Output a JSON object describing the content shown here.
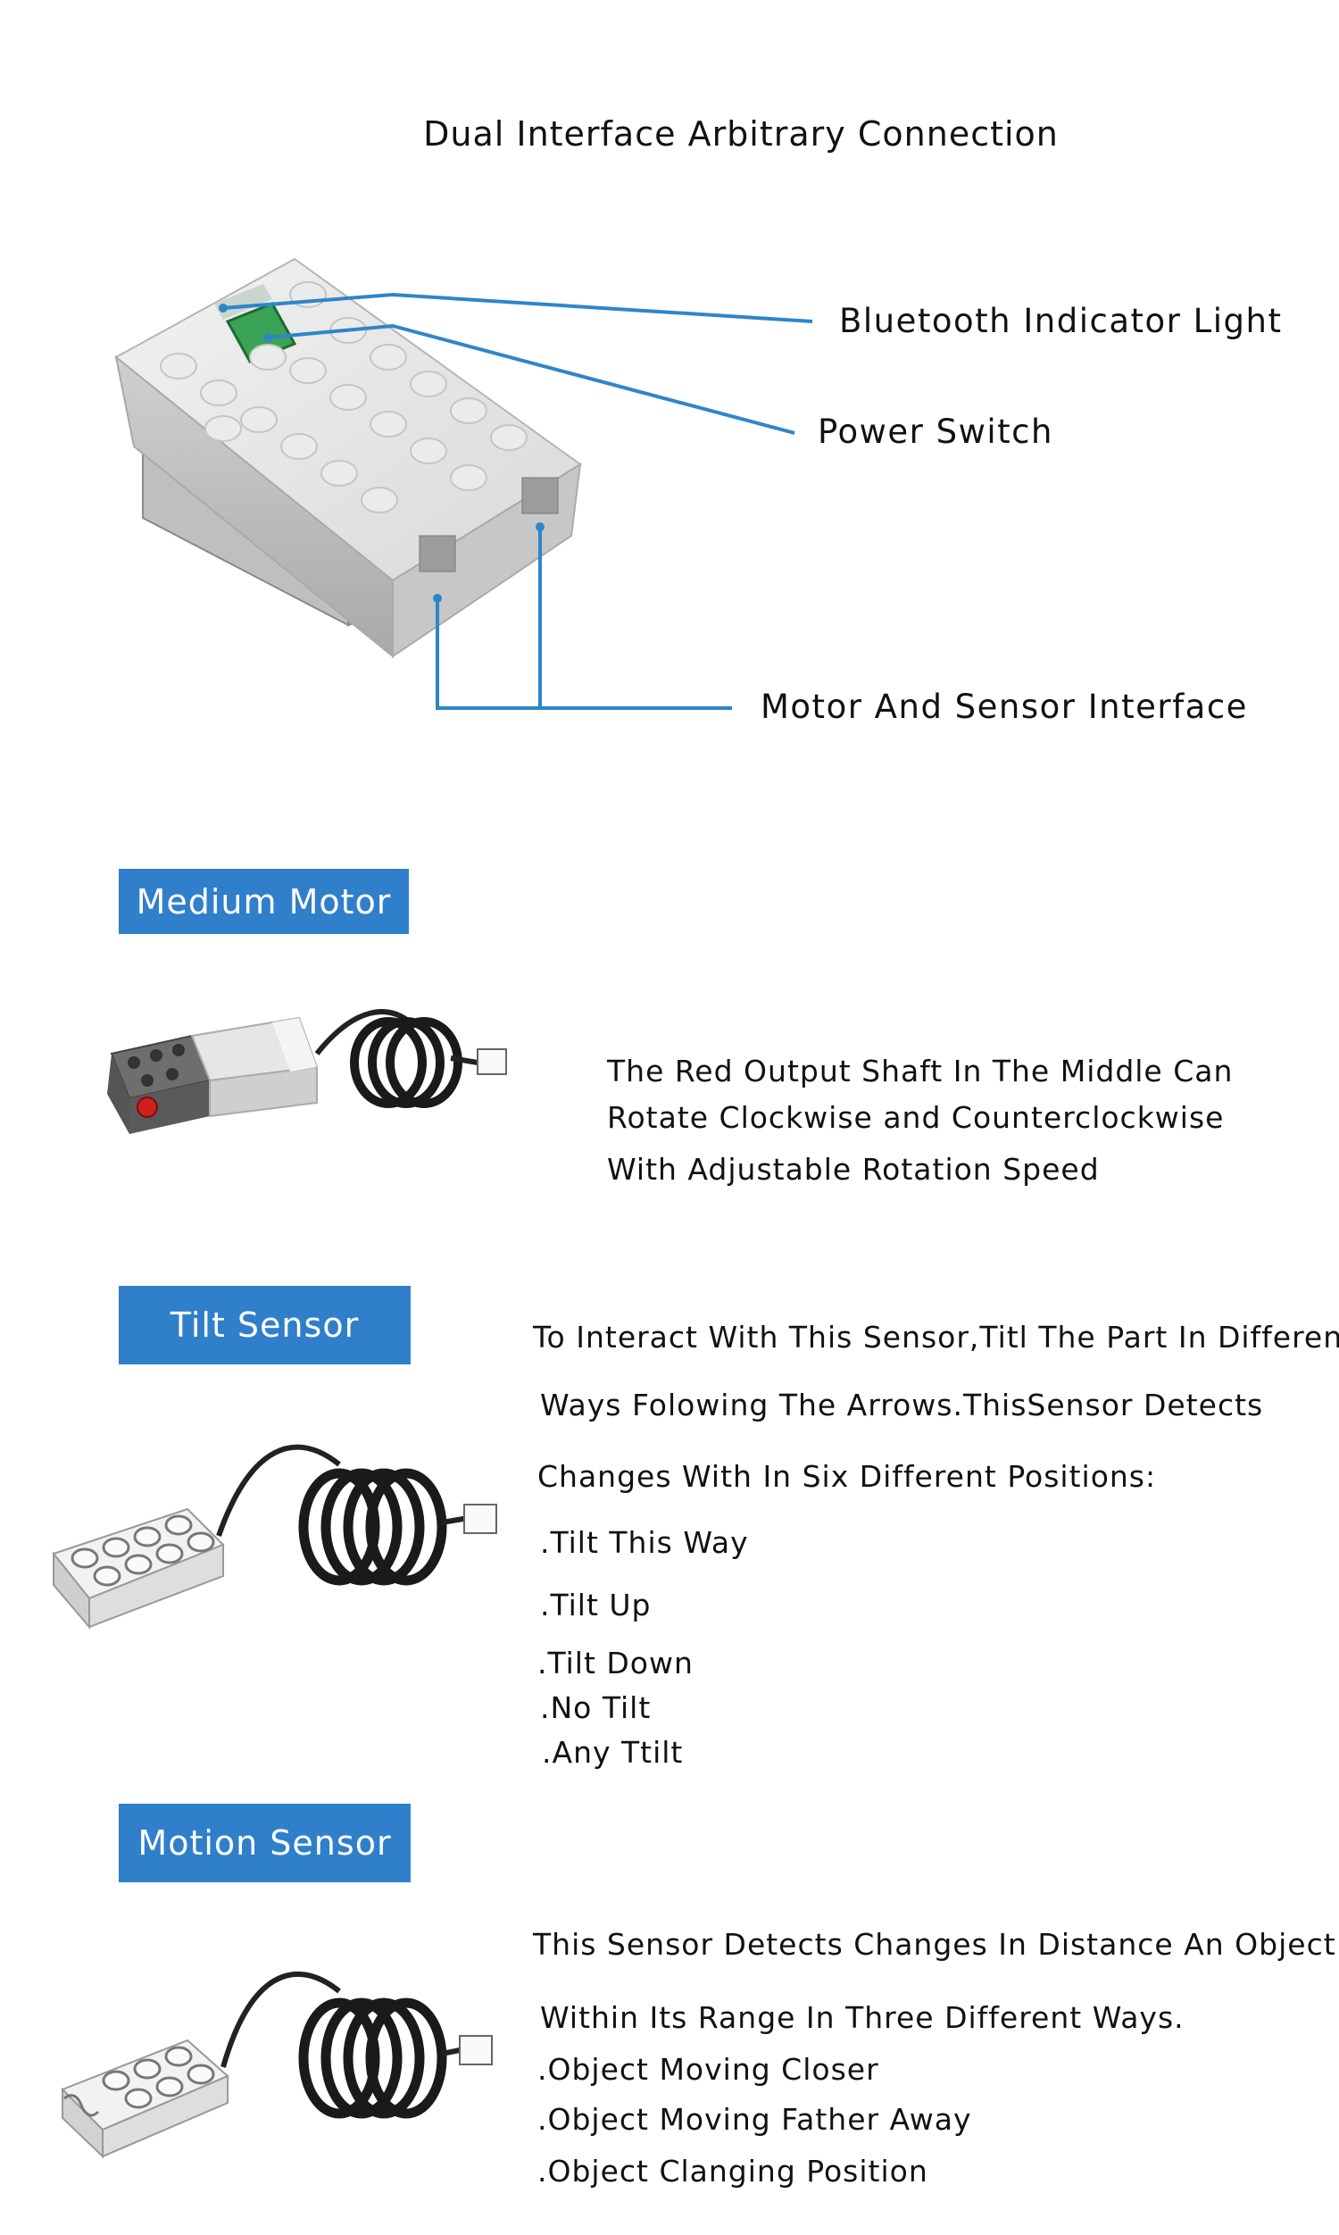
{
  "page": {
    "title": "Dual Interface Arbitrary Connection",
    "hub_callouts": {
      "bluetooth": "Bluetooth Indicator Light",
      "power": "Power Switch",
      "interface": "Motor And Sensor Interface"
    },
    "accent": "#2f7fcb",
    "callout_line_color": "#2d86c9"
  },
  "sections": {
    "medium_motor": {
      "label": "Medium Motor",
      "lines": [
        "The Red Output Shaft In The Middle Can",
        "Rotate Clockwise and Counterclockwise",
        "With Adjustable Rotation Speed"
      ]
    },
    "tilt_sensor": {
      "label": "Tilt Sensor",
      "lines": [
        "To Interact With This Sensor,Titl The Part In Different",
        "Ways Folowing The Arrows.ThisSensor  Detects",
        "Changes With In Six Different Positions:",
        ".Tilt This Way",
        ".Tilt Up",
        ".Tilt Down",
        ".No Tilt",
        ".Any Ttilt"
      ]
    },
    "motion_sensor": {
      "label": "Motion Sensor",
      "lines": [
        "This Sensor Detects Changes In Distance An  Object",
        "Within Its Range In Three Different Ways.",
        ".Object Moving Closer",
        ".Object Moving Father Away",
        ".Object Clanging Position"
      ]
    }
  }
}
